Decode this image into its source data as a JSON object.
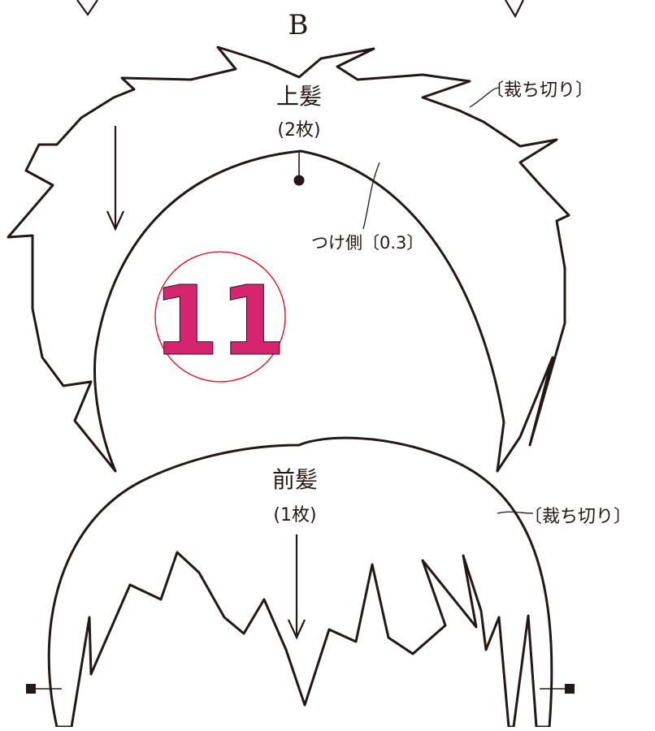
{
  "label_b": "B",
  "upper_hair": {
    "name": "上髪",
    "count": "(2枚)",
    "cut_note": "〔裁ち切り〕",
    "attach_note": "つけ側〔0.3〕"
  },
  "pattern_number": "11",
  "front_hair": {
    "name": "前髪",
    "count": "(1枚)",
    "cut_note": "〔裁ち切り〕"
  },
  "colors": {
    "line": "#231815",
    "badge_ring": "#e60012",
    "badge_number": "#d6246e"
  }
}
